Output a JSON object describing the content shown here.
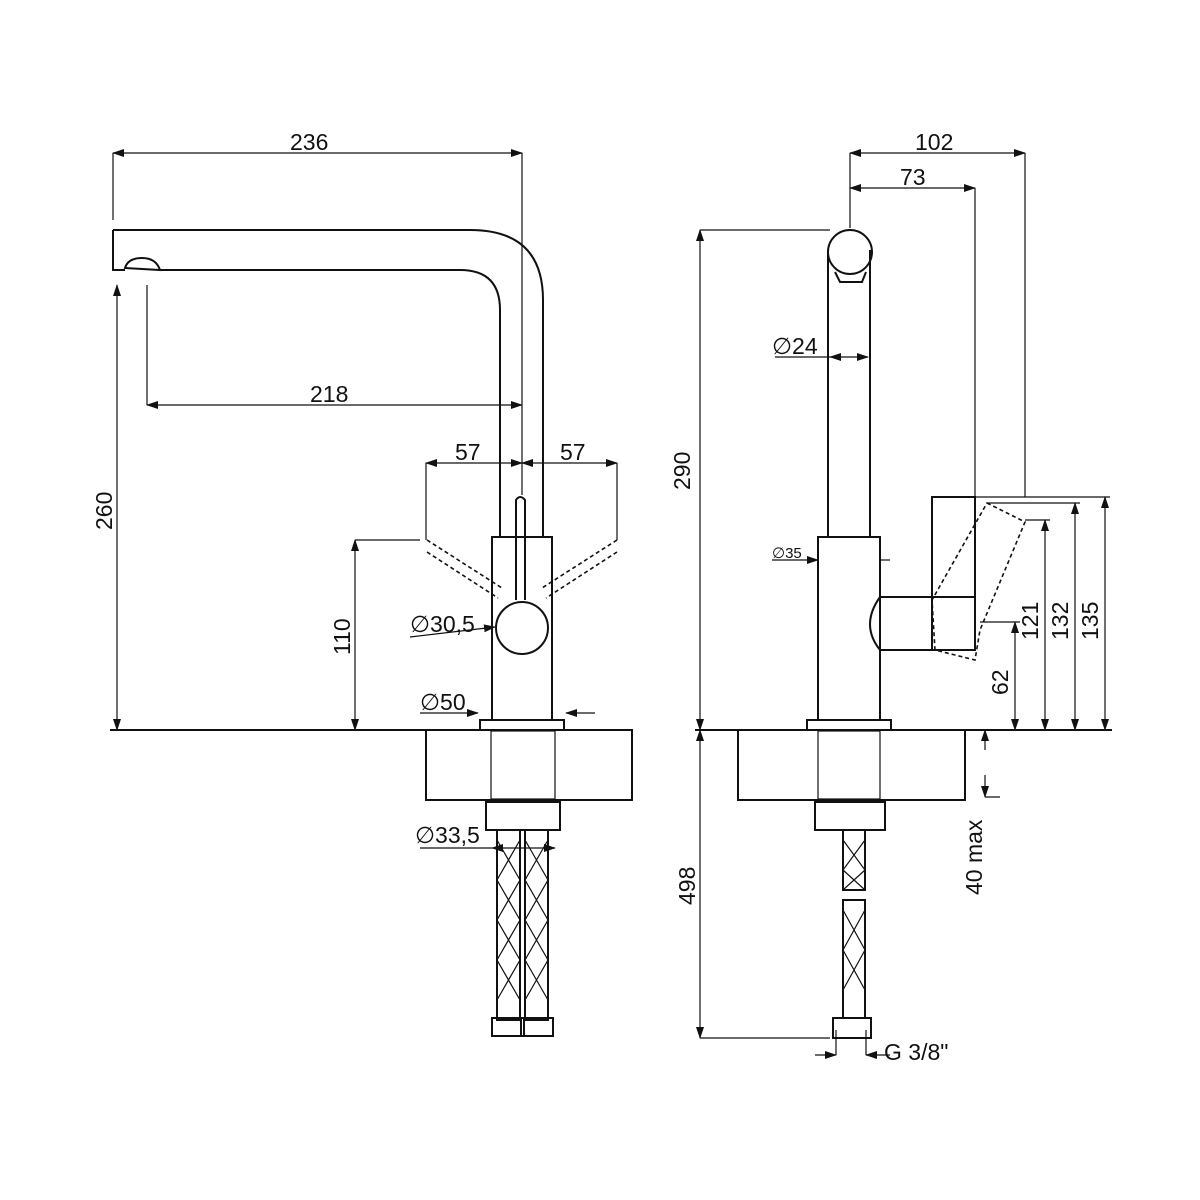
{
  "title": "Faucet dimension drawing",
  "front_view": {
    "dim_total_width": "236",
    "dim_spout_reach": "218",
    "dim_handle_left": "57",
    "dim_handle_right": "57",
    "dim_height": "260",
    "dim_handle_height": "110",
    "dim_knob_diameter": "∅30,5",
    "dim_base_diameter": "∅50",
    "dim_hole_diameter": "∅33,5"
  },
  "side_view": {
    "dim_width_total": "102",
    "dim_width_handle": "73",
    "dim_height": "290",
    "dim_spout_diameter": "∅24",
    "dim_body_diameter": "∅35",
    "dim_62": "62",
    "dim_121": "121",
    "dim_132": "132",
    "dim_135": "135",
    "dim_hose_length": "498",
    "dim_counter_thickness": "40 max",
    "dim_thread": "G 3/8\""
  }
}
